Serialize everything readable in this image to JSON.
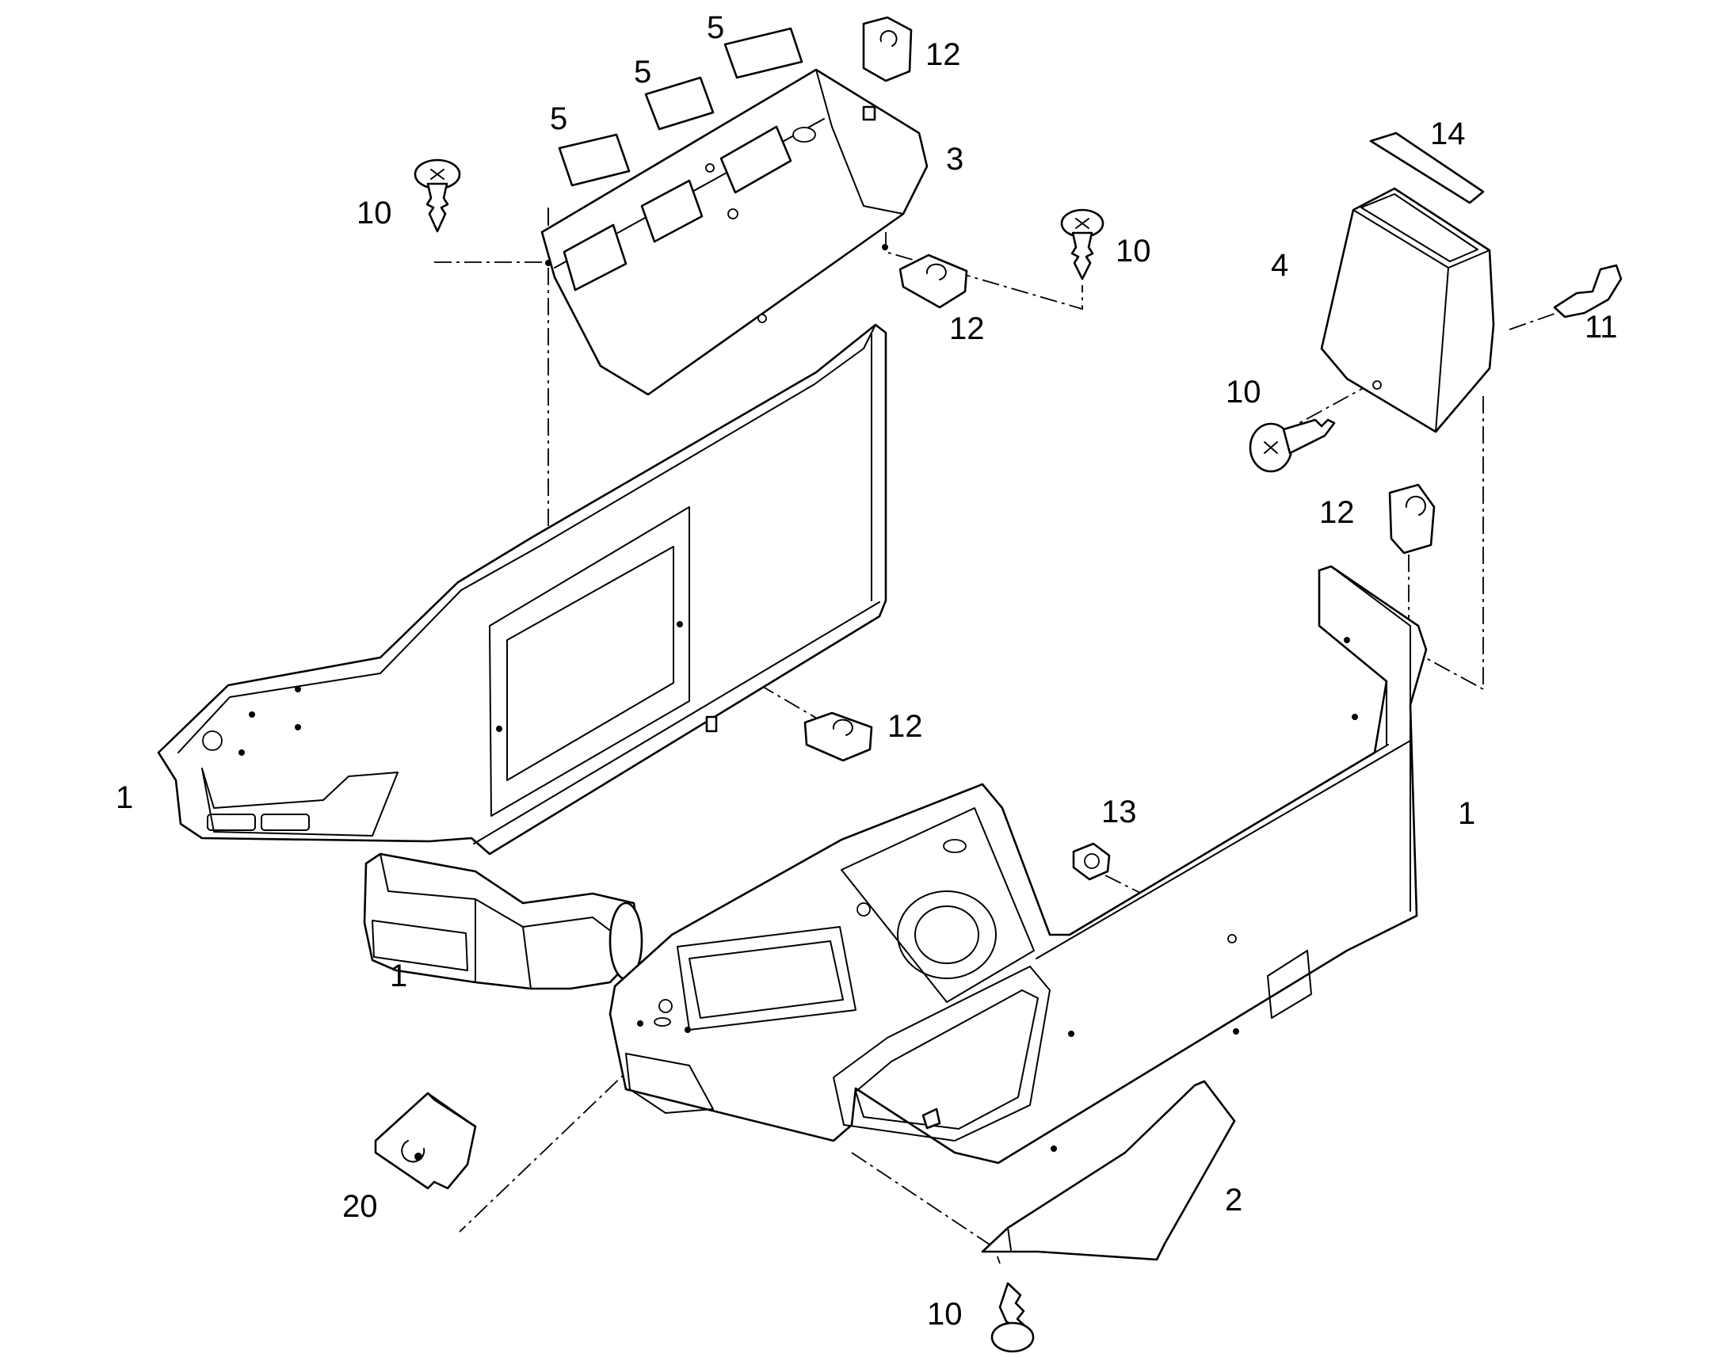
{
  "callouts": {
    "c5a": "5",
    "c5b": "5",
    "c5c": "5",
    "c12_top": "12",
    "c3": "3",
    "c14": "14",
    "c10_left": "10",
    "c10_mid": "10",
    "c4": "4",
    "c11": "11",
    "c12_clip": "12",
    "c10_right": "10",
    "c12_right": "12",
    "c12_low": "12",
    "c1_left": "1",
    "c13": "13",
    "c1_right": "1",
    "c1_duct": "1",
    "c2": "2",
    "c20": "20",
    "c10_bottom": "10"
  }
}
